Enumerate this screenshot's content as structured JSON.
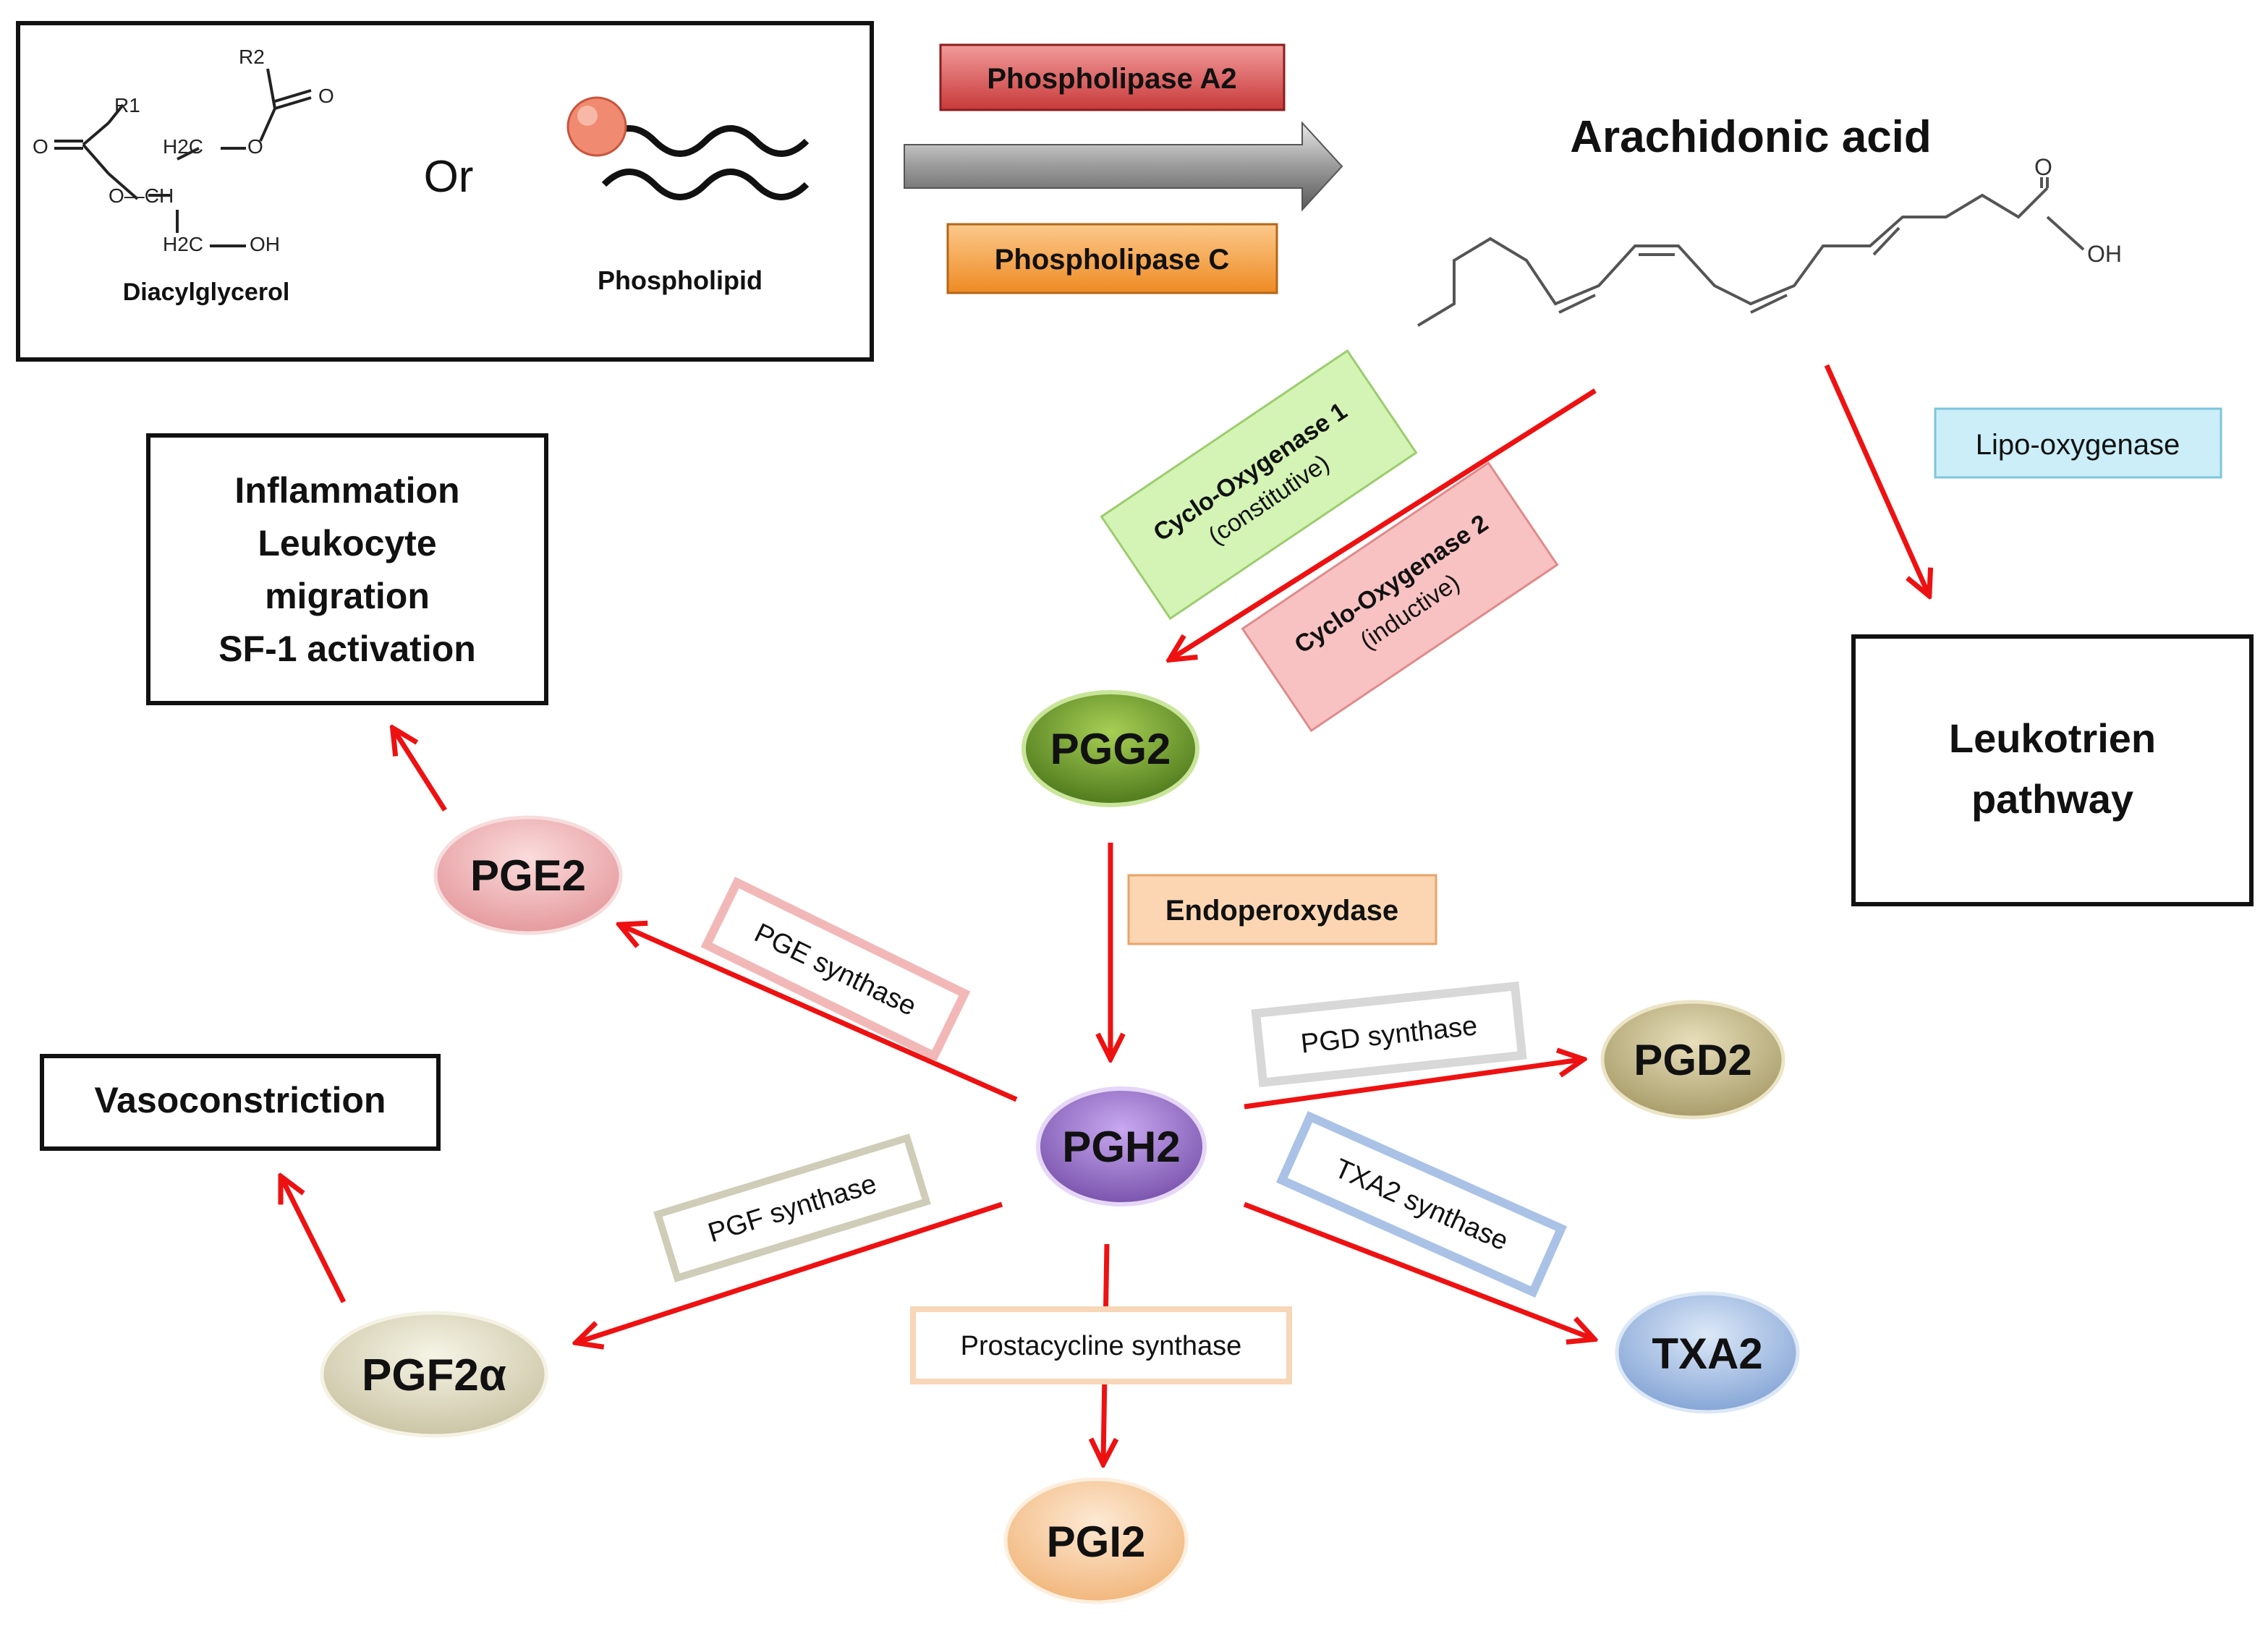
{
  "substrates": {
    "diacylglycerol": {
      "name": "Diacylglycerol",
      "atoms": {
        "r1": "R1",
        "r2": "R2",
        "o_left": "O",
        "o_right": "O",
        "ch2_top": "H2C",
        "ch": "O—CH",
        "ch2_bottom": "H2C",
        "oh": "OH",
        "o_link": "O"
      }
    },
    "or_text": "Or",
    "phospholipid": "Phospholipid"
  },
  "enzymes": {
    "pla2": "Phospholipase A2",
    "plc": "Phospholipase C",
    "cox1": "Cyclo-Oxygenase 1",
    "cox1_note": "(constitutive)",
    "cox2": "Cyclo-Oxygenase 2",
    "cox2_note": "(inductive)",
    "lipoxygenase": "Lipo-oxygenase",
    "endoperoxydase": "Endoperoxydase",
    "pge_synthase": "PGE synthase",
    "pgd_synthase": "PGD synthase",
    "pgf_synthase": "PGF synthase",
    "txa2_synthase": "TXA2 synthase",
    "prostacycline_synthase": "Prostacycline synthase"
  },
  "arachidonic": {
    "title": "Arachidonic acid",
    "acid_o": "O",
    "acid_oh": "OH"
  },
  "products": {
    "pgg2": "PGG2",
    "pgh2": "PGH2",
    "pge2": "PGE2",
    "pgd2": "PGD2",
    "pgf2a": "PGF2α",
    "txa2": "TXA2",
    "pgi2": "PGI2"
  },
  "effects": {
    "inflammation": [
      "Inflammation",
      "Leukocyte",
      "migration",
      "SF-1 activation"
    ],
    "vasoconstriction": "Vasoconstriction",
    "leukotrien": [
      "Leukotrien",
      "pathway"
    ]
  },
  "colors": {
    "arrow": "#ee1111",
    "pla2_box": "#d94b4b",
    "plc_box": "#f59a3a",
    "cox1_box": "#c9f0a6",
    "cox2_box": "#f7b3b3",
    "lipoxygenase_box": "#c6ecf6",
    "endoperoxydase_box": "#fbd3ad",
    "pgg2": "#6f9a2a",
    "pgh2": "#9a74c9",
    "pge2": "#f0b8ba",
    "pgd2": "#c9bf95",
    "pgf2a": "#e4e0c9",
    "txa2": "#a8c1e6",
    "pgi2": "#f8d2a8"
  }
}
